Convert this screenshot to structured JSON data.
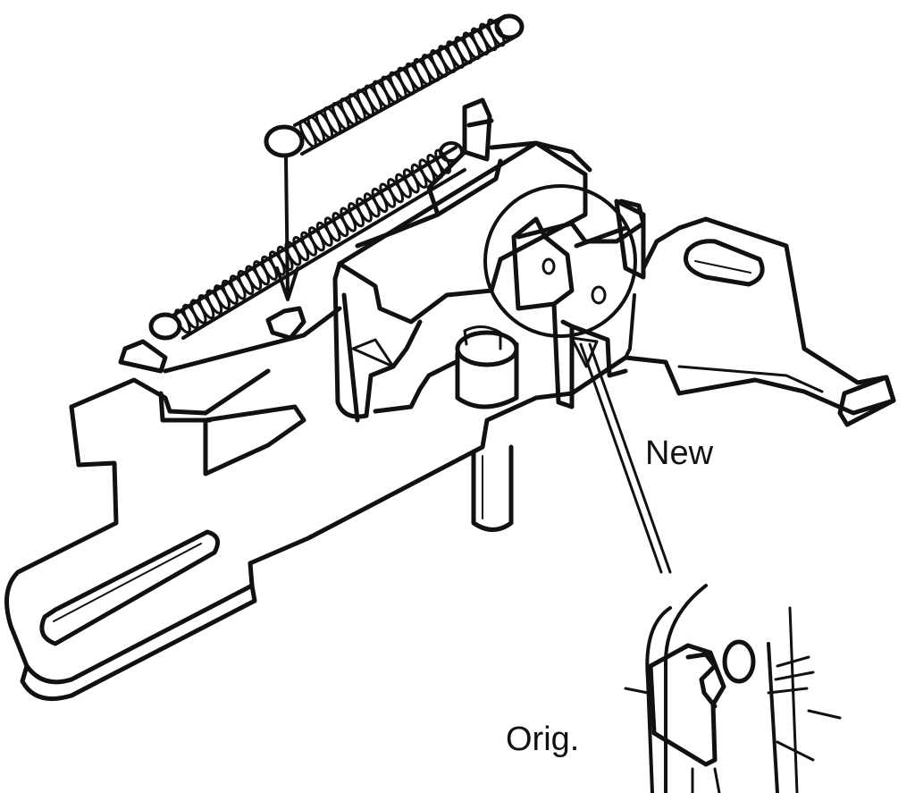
{
  "labels": {
    "new": "New",
    "orig": "Orig."
  },
  "colors": {
    "ink": "#111111",
    "paper": "#ffffff"
  },
  "coil_turns": {
    "upper_spring": 24,
    "lower_spring": 34
  }
}
